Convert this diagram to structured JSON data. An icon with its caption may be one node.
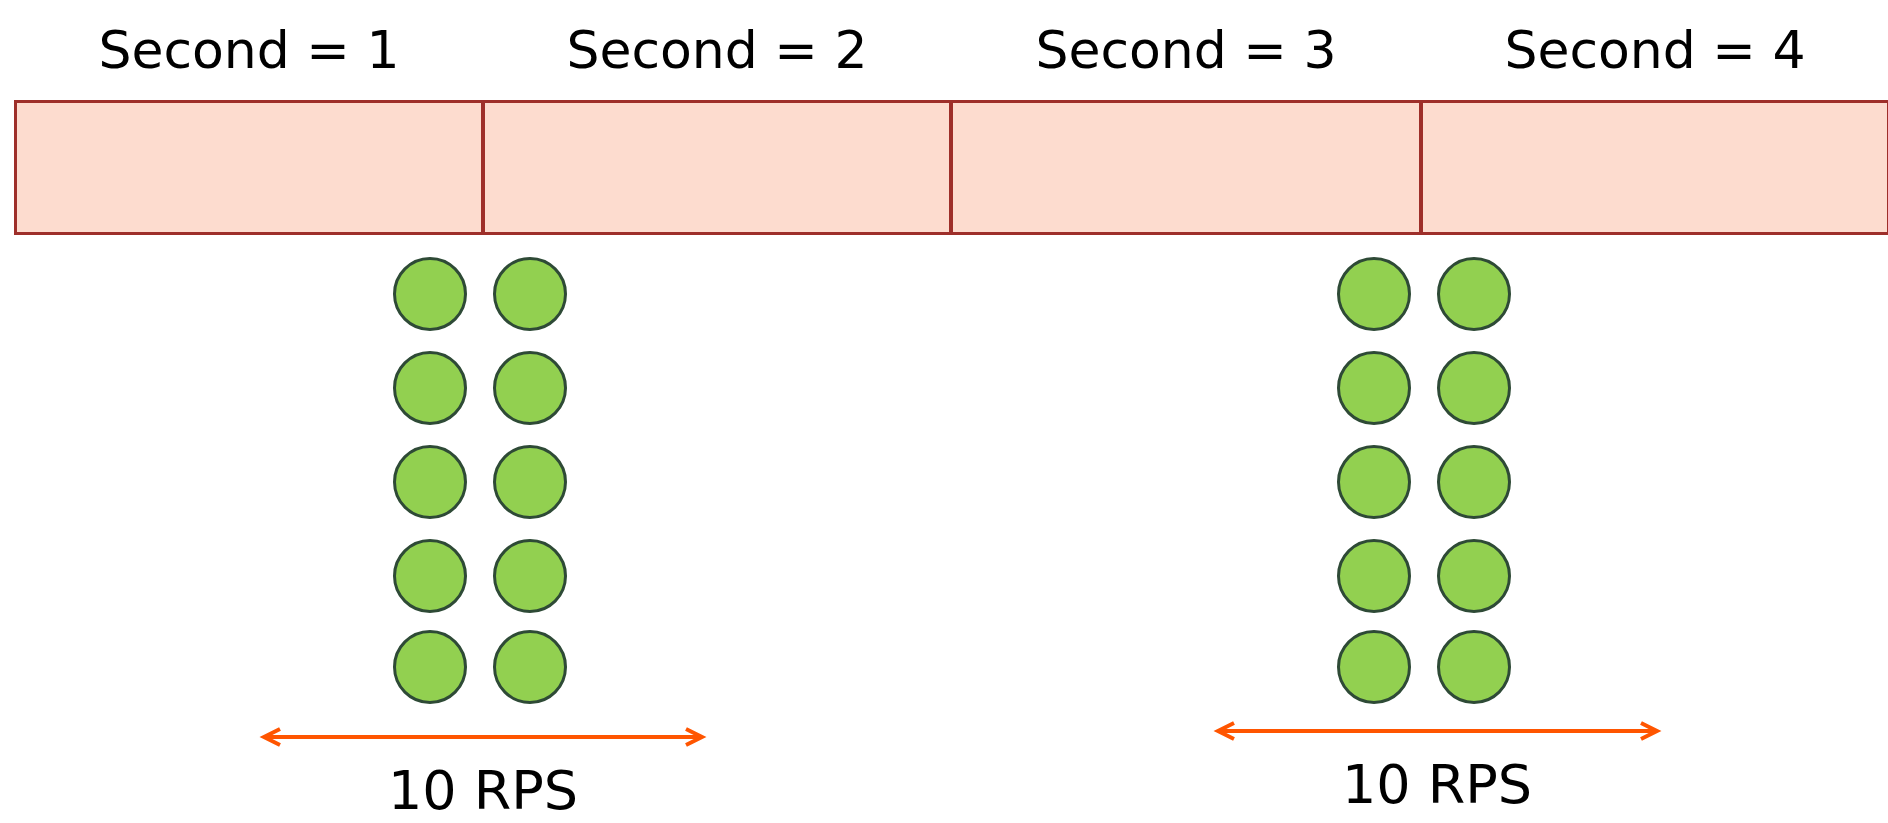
{
  "diagram": {
    "nodes": [
      {
        "text": [
          "Second = 1"
        ]
      },
      {
        "text": [
          "Second = 2"
        ]
      },
      {
        "text": [
          "Second = 3"
        ]
      },
      {
        "text": [
          "Second = 4"
        ]
      },
      {
        "text": [],
        "shape": "circle"
      },
      {
        "text": [],
        "shape": "circle"
      },
      {
        "text": [],
        "shape": "circle"
      },
      {
        "text": [],
        "shape": "circle"
      },
      {
        "text": [],
        "shape": "circle"
      },
      {
        "text": [],
        "shape": "circle"
      },
      {
        "text": [],
        "shape": "circle"
      },
      {
        "text": [],
        "shape": "circle"
      },
      {
        "text": [],
        "shape": "circle"
      },
      {
        "text": [],
        "shape": "circle"
      },
      {
        "text": [],
        "shape": "circle"
      },
      {
        "text": [],
        "shape": "circle"
      },
      {
        "text": [],
        "shape": "circle"
      },
      {
        "text": [],
        "shape": "circle"
      },
      {
        "text": [],
        "shape": "circle"
      },
      {
        "text": [],
        "shape": "circle"
      },
      {
        "text": [],
        "shape": "circle"
      },
      {
        "text": [],
        "shape": "circle"
      },
      {
        "text": [],
        "shape": "circle"
      },
      {
        "text": [],
        "shape": "circle"
      }
    ],
    "labels": [
      "10 RPS",
      "10 RPS"
    ]
  }
}
